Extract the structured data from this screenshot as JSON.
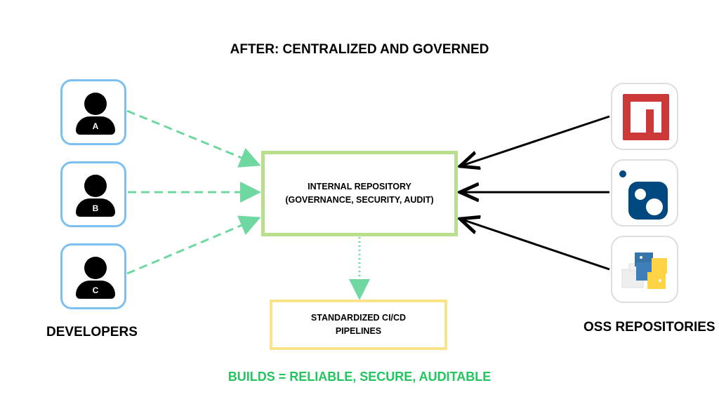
{
  "title": "AFTER: CENTRALIZED AND GOVERNED",
  "developers": {
    "label": "DEVELOPERS",
    "items": [
      {
        "letter": "A"
      },
      {
        "letter": "B"
      },
      {
        "letter": "C"
      }
    ]
  },
  "repository": {
    "line1": "INTERNAL REPOSITORY",
    "line2": "(GOVERNANCE, SECURITY, AUDIT)"
  },
  "pipeline": {
    "line1": "STANDARDIZED CI/CD",
    "line2": "PIPELINES"
  },
  "oss": {
    "label": "OSS REPOSITORIES",
    "items": [
      {
        "icon": "npm-icon"
      },
      {
        "icon": "nuget-icon"
      },
      {
        "icon": "pypi-icon"
      }
    ]
  },
  "result": "BUILDS = RELIABLE, SECURE, AUDITABLE",
  "colors": {
    "dev_border": "#7cc0f2",
    "repo_border": "#b8e08c",
    "ci_border": "#fbe38a",
    "dashed_arrow": "#6fd8a0",
    "result_text": "#22c55e",
    "npm": "#cb3837",
    "nuget": "#004880"
  }
}
